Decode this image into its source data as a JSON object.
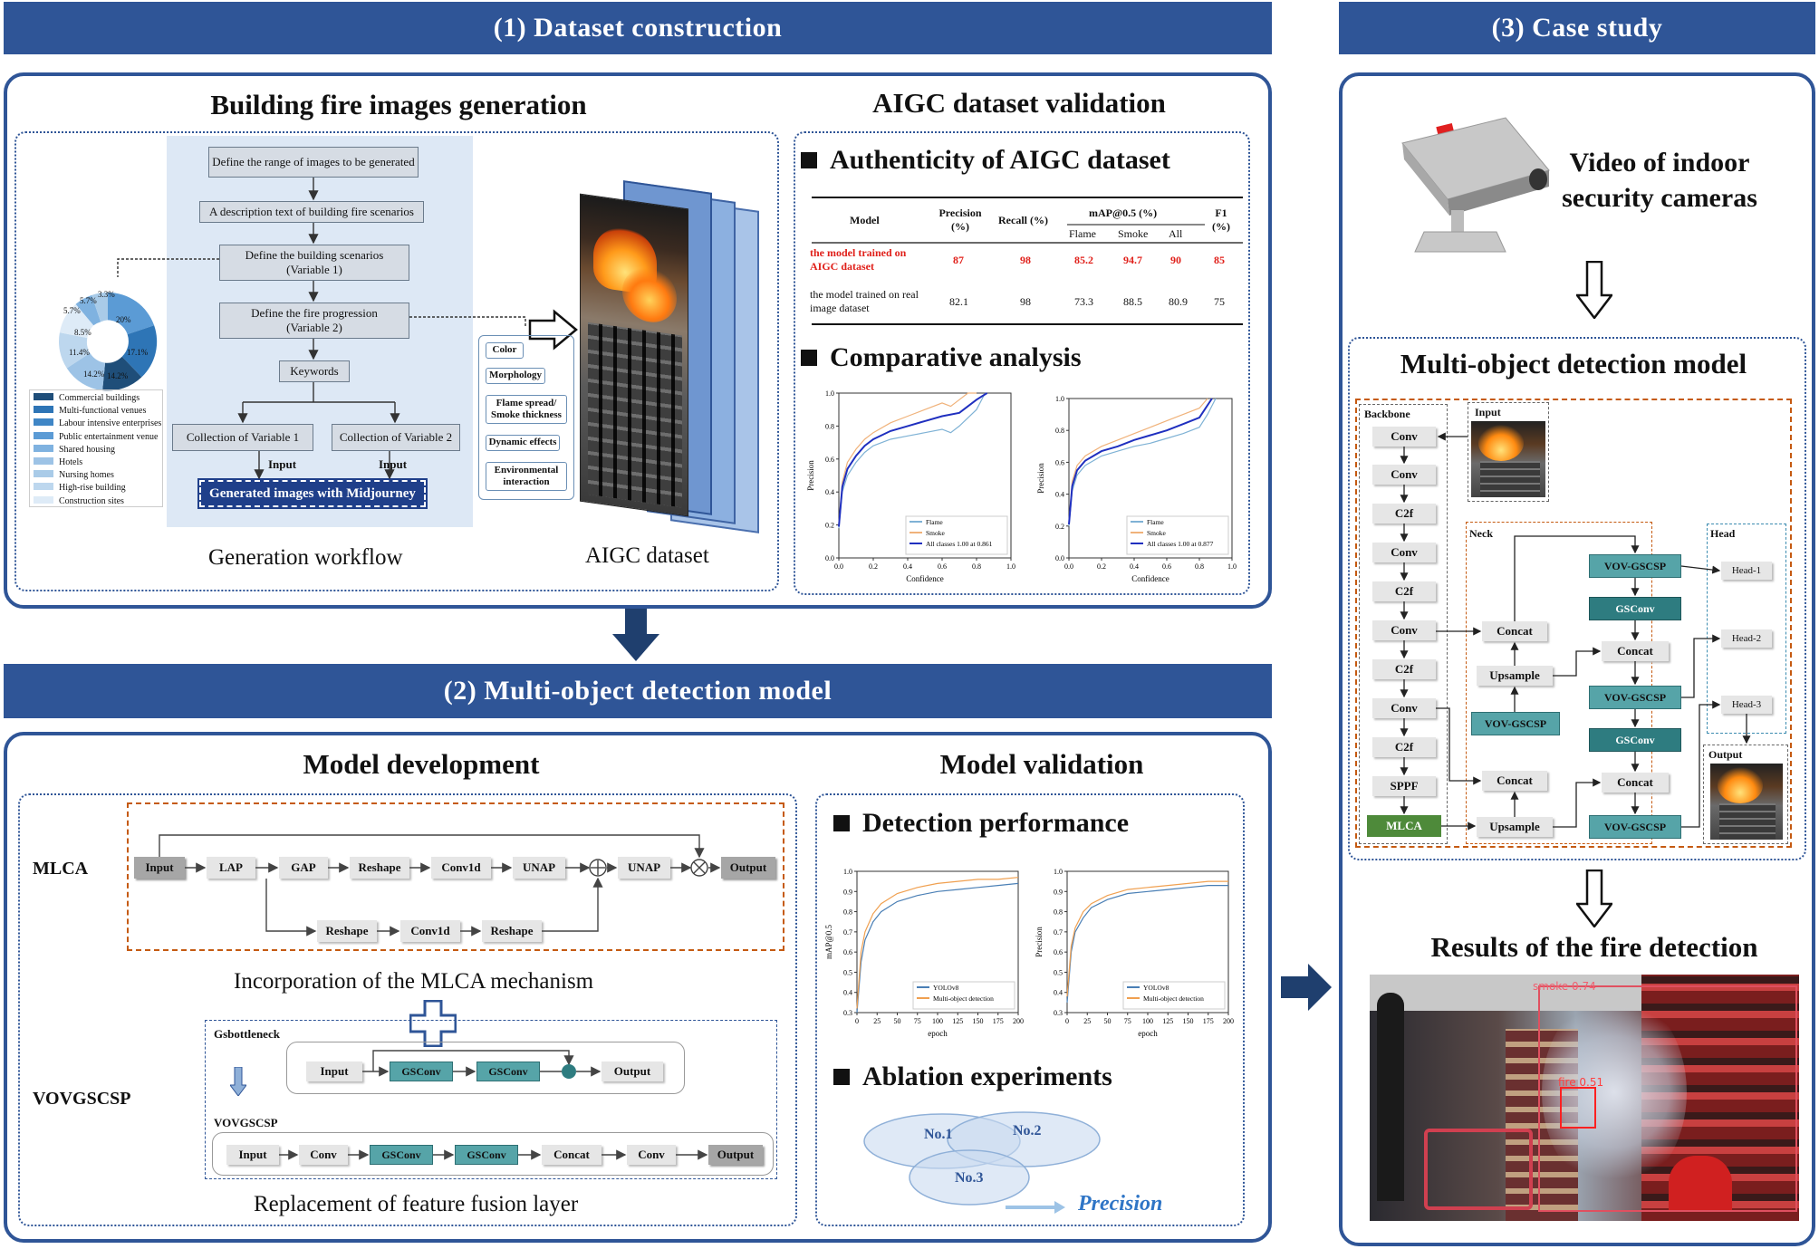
{
  "banners": {
    "dataset": "(1)  Dataset construction",
    "model": "(2)  Multi-object detection model",
    "case": "(3)  Case study"
  },
  "generation": {
    "title": "Building fire images generation",
    "steps": {
      "s1": "Define the range of images to be generated",
      "s2": "A  description text of building  fire scenarios",
      "s3a": "Define the building scenarios",
      "s3b": "(Variable 1)",
      "s4a": "Define the fire progression",
      "s4b": "(Variable 2)",
      "s5": "Keywords",
      "s6": "Collection of Variable 1",
      "s7": "Collection of Variable 2",
      "in1": "Input",
      "in2": "Input",
      "s8": "Generated images with Midjourney"
    },
    "caption": "Generation workflow",
    "pie_labels": [
      "3.3%",
      "5.7%",
      "5.7%",
      "20%",
      "8.5%",
      "11.4%",
      "14.2%",
      "14.2%",
      "17.1%"
    ],
    "legend": [
      "Commercial buildings",
      "Multi-functional venues",
      "Labour intensive enterprises",
      "Public entertainment venue",
      "Shared housing",
      "Hotels",
      "Nursing homes",
      "High-rise building",
      "Construction sites"
    ],
    "keywords": [
      "Color",
      "Morphology",
      "Flame spread/ Smoke thickness",
      "Dynamic effects",
      "Environmental interaction"
    ],
    "aigc_caption": "AIGC dataset"
  },
  "validation": {
    "title": "AIGC dataset validation",
    "authenticity": "Authenticity of AIGC dataset",
    "table": {
      "h_model": "Model",
      "h_precision": "Precision (%)",
      "h_recall": "Recall (%)",
      "h_map": "mAP@0.5 (%)",
      "h_f1": "F1 (%)",
      "h_flame": "Flame",
      "h_smoke": "Smoke",
      "h_all": "All",
      "r1_model": "the model trained on AIGC dataset",
      "r1": [
        "87",
        "98",
        "85.2",
        "94.7",
        "90",
        "85"
      ],
      "r2_model": "the model trained on real image dataset",
      "r2": [
        "82.1",
        "98",
        "73.3",
        "88.5",
        "80.9",
        "75"
      ]
    },
    "comparative": "Comparative analysis"
  },
  "model_dev": {
    "title": "Model development",
    "mlca_label": "MLCA",
    "mlca": [
      "Input",
      "LAP",
      "GAP",
      "Reshape",
      "Conv1d",
      "UNAP",
      "UNAP",
      "Output",
      "Reshape",
      "Conv1d",
      "Reshape"
    ],
    "mlca_caption": "Incorporation of the MLCA mechanism",
    "gsb_label": "Gsbottleneck",
    "gsb": [
      "Input",
      "GSConv",
      "GSConv",
      "Output"
    ],
    "vov_side": "VOVGSCSP",
    "vov_label": "VOVGSCSP",
    "vov": [
      "Input",
      "Conv",
      "GSConv",
      "GSConv",
      "Concat",
      "Conv",
      "Output"
    ],
    "vov_caption": "Replacement of feature fusion layer"
  },
  "model_val": {
    "title": "Model validation",
    "detection": "Detection performance",
    "ablation": "Ablation experiments",
    "venn": [
      "No.1",
      "No.2",
      "No.3"
    ],
    "precision": "Precision"
  },
  "case": {
    "video": "Video of indoor security cameras",
    "detect_title": "Multi-object detection model",
    "backbone_label": "Backbone",
    "backbone": [
      "Conv",
      "Conv",
      "C2f",
      "Conv",
      "C2f",
      "Conv",
      "C2f",
      "Conv",
      "C2f",
      "SPPF",
      "MLCA"
    ],
    "input_label": "Input",
    "neck_label": "Neck",
    "neck": {
      "concat1": "Concat",
      "upsample1": "Upsample",
      "vov1": "VOV-GSCSP",
      "concat2": "Concat",
      "upsample2": "Upsample",
      "vov2": "VOV-GSCSP",
      "gsconv1": "GSConv",
      "concat3": "Concat",
      "vov3": "VOV-GSCSP",
      "gsconv2": "GSConv",
      "concat4": "Concat",
      "vov4": "VOV-GSCSP"
    },
    "head_label": "Head",
    "heads": [
      "Head-1",
      "Head-2",
      "Head-3"
    ],
    "output_label": "Output",
    "results": "Results of the fire detection",
    "det_smoke": "smoke 0.74",
    "det_fire": "fire 0.51"
  },
  "chart_data": [
    {
      "type": "line",
      "title": "",
      "xlabel": "Confidence",
      "ylabel": "Precision",
      "xlim": [
        0,
        1
      ],
      "ylim": [
        0,
        1
      ],
      "xticks": [
        "0.0",
        "0.2",
        "0.4",
        "0.6",
        "0.8",
        "1.0"
      ],
      "yticks": [
        "0.0",
        "0.2",
        "0.4",
        "0.6",
        "0.8",
        "1.0"
      ],
      "legend_position": "bottom-right",
      "series": [
        {
          "name": "Flame",
          "color": "#7fb2d5",
          "x": [
            0,
            0.02,
            0.05,
            0.1,
            0.15,
            0.2,
            0.3,
            0.4,
            0.5,
            0.6,
            0.65,
            0.7,
            0.75,
            0.8,
            0.85
          ],
          "y": [
            0.18,
            0.4,
            0.5,
            0.58,
            0.64,
            0.68,
            0.72,
            0.74,
            0.76,
            0.78,
            0.76,
            0.8,
            0.85,
            0.9,
            1.0
          ]
        },
        {
          "name": "Smoke",
          "color": "#f0b27a",
          "x": [
            0,
            0.02,
            0.05,
            0.1,
            0.15,
            0.2,
            0.3,
            0.4,
            0.5,
            0.6,
            0.65,
            0.7,
            0.75,
            0.8
          ],
          "y": [
            0.2,
            0.46,
            0.58,
            0.66,
            0.72,
            0.76,
            0.82,
            0.86,
            0.9,
            0.94,
            0.92,
            0.96,
            1.0,
            1.0
          ]
        },
        {
          "name": "All classes 1.00 at 0.861",
          "color": "#1f2fbf",
          "x": [
            0,
            0.02,
            0.05,
            0.1,
            0.15,
            0.2,
            0.3,
            0.4,
            0.5,
            0.6,
            0.7,
            0.75,
            0.8,
            0.861
          ],
          "y": [
            0.19,
            0.43,
            0.54,
            0.62,
            0.68,
            0.72,
            0.77,
            0.8,
            0.83,
            0.86,
            0.88,
            0.92,
            0.96,
            1.0
          ]
        }
      ]
    },
    {
      "type": "line",
      "title": "",
      "xlabel": "Confidence",
      "ylabel": "Precision",
      "xlim": [
        0,
        1
      ],
      "ylim": [
        0,
        1
      ],
      "xticks": [
        "0.0",
        "0.2",
        "0.4",
        "0.6",
        "0.8",
        "1.0"
      ],
      "yticks": [
        "0.0",
        "0.2",
        "0.4",
        "0.6",
        "0.8",
        "1.0"
      ],
      "legend_position": "bottom-right",
      "series": [
        {
          "name": "Flame",
          "color": "#7fb2d5",
          "x": [
            0,
            0.02,
            0.05,
            0.1,
            0.2,
            0.3,
            0.4,
            0.5,
            0.6,
            0.7,
            0.8,
            0.85,
            0.9
          ],
          "y": [
            0.2,
            0.42,
            0.52,
            0.58,
            0.64,
            0.67,
            0.7,
            0.72,
            0.75,
            0.78,
            0.82,
            0.9,
            1.0
          ]
        },
        {
          "name": "Smoke",
          "color": "#f0b27a",
          "x": [
            0,
            0.02,
            0.05,
            0.1,
            0.2,
            0.3,
            0.4,
            0.5,
            0.6,
            0.7,
            0.8,
            0.85
          ],
          "y": [
            0.22,
            0.48,
            0.58,
            0.64,
            0.7,
            0.74,
            0.78,
            0.82,
            0.86,
            0.9,
            0.94,
            1.0
          ]
        },
        {
          "name": "All classes 1.00 at 0.877",
          "color": "#1f2fbf",
          "x": [
            0,
            0.02,
            0.05,
            0.1,
            0.2,
            0.3,
            0.4,
            0.5,
            0.6,
            0.7,
            0.8,
            0.877
          ],
          "y": [
            0.21,
            0.45,
            0.55,
            0.61,
            0.67,
            0.7,
            0.74,
            0.77,
            0.8,
            0.84,
            0.88,
            1.0
          ]
        }
      ]
    },
    {
      "type": "line",
      "title": "",
      "xlabel": "epoch",
      "ylabel": "mAP@0.5",
      "xlim": [
        0,
        200
      ],
      "ylim": [
        0.3,
        1.0
      ],
      "xticks": [
        "0",
        "25",
        "50",
        "75",
        "100",
        "125",
        "150",
        "175",
        "200"
      ],
      "yticks": [
        "0.3",
        "0.4",
        "0.5",
        "0.6",
        "0.7",
        "0.8",
        "0.9",
        "1.0"
      ],
      "legend_position": "bottom-right",
      "series": [
        {
          "name": "YOLOv8",
          "color": "#4a7fb5",
          "x": [
            0,
            5,
            10,
            20,
            30,
            50,
            75,
            100,
            125,
            150,
            175,
            200
          ],
          "y": [
            0.3,
            0.55,
            0.66,
            0.75,
            0.8,
            0.85,
            0.88,
            0.9,
            0.91,
            0.92,
            0.93,
            0.94
          ]
        },
        {
          "name": "Multi-object detection",
          "color": "#f0a050",
          "x": [
            0,
            5,
            10,
            20,
            30,
            50,
            75,
            100,
            125,
            150,
            175,
            200
          ],
          "y": [
            0.32,
            0.6,
            0.7,
            0.79,
            0.84,
            0.89,
            0.92,
            0.94,
            0.95,
            0.96,
            0.96,
            0.97
          ]
        }
      ]
    },
    {
      "type": "line",
      "title": "",
      "xlabel": "epoch",
      "ylabel": "Precision",
      "xlim": [
        0,
        200
      ],
      "ylim": [
        0.3,
        1.0
      ],
      "xticks": [
        "0",
        "25",
        "50",
        "75",
        "100",
        "125",
        "150",
        "175",
        "200"
      ],
      "yticks": [
        "0.3",
        "0.4",
        "0.5",
        "0.6",
        "0.7",
        "0.8",
        "0.9",
        "1.0"
      ],
      "legend_position": "bottom-right",
      "series": [
        {
          "name": "YOLOv8",
          "color": "#4a7fb5",
          "x": [
            0,
            5,
            10,
            20,
            30,
            50,
            75,
            100,
            125,
            150,
            175,
            200
          ],
          "y": [
            0.35,
            0.6,
            0.7,
            0.77,
            0.82,
            0.86,
            0.89,
            0.9,
            0.91,
            0.92,
            0.93,
            0.93
          ]
        },
        {
          "name": "Multi-object detection",
          "color": "#f0a050",
          "x": [
            0,
            5,
            10,
            20,
            30,
            50,
            75,
            100,
            125,
            150,
            175,
            200
          ],
          "y": [
            0.38,
            0.63,
            0.72,
            0.8,
            0.84,
            0.88,
            0.91,
            0.92,
            0.93,
            0.94,
            0.95,
            0.95
          ]
        }
      ]
    }
  ]
}
